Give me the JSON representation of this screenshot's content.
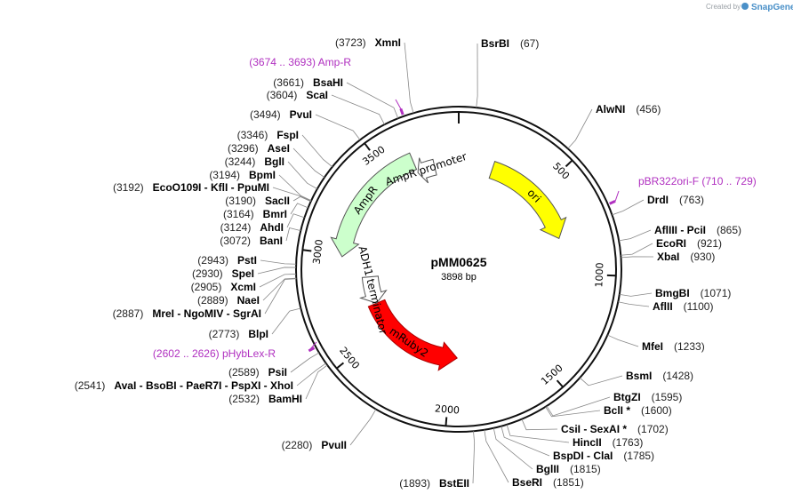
{
  "plasmid": {
    "name": "pMM0625",
    "length_label": "3898 bp",
    "length": 3898
  },
  "credit": {
    "text": "Created by",
    "brand": "SnapGene"
  },
  "colors": {
    "ori": "#ffff00",
    "AmpR": "#ccffcc",
    "AmpR_promoter": "#ffffff",
    "mRuby2": "#ff0000",
    "ADH1_terminator": "#ffffff",
    "primer": "#b030c0"
  },
  "ticks": [
    {
      "bp": 500,
      "label": "500"
    },
    {
      "bp": 1000,
      "label": "1000"
    },
    {
      "bp": 1500,
      "label": "1500"
    },
    {
      "bp": 2000,
      "label": "2000"
    },
    {
      "bp": 2500,
      "label": "2500"
    },
    {
      "bp": 3000,
      "label": "3000"
    },
    {
      "bp": 3500,
      "label": "3500"
    }
  ],
  "features": [
    {
      "name": "ori",
      "label": "ori",
      "start": 200,
      "end": 790,
      "direction": "forward",
      "color": "#ffff00"
    },
    {
      "name": "AmpR",
      "label": "AmpR",
      "start": 2990,
      "end": 3650,
      "direction": "reverse",
      "color": "#ccffcc"
    },
    {
      "name": "AmpR promoter",
      "label": "AmpR promoter",
      "start": 3650,
      "end": 3755,
      "direction": "reverse",
      "color": "#ffffff"
    },
    {
      "name": "mRuby2",
      "label": "mRuby2",
      "start": 1960,
      "end": 2680,
      "direction": "reverse",
      "color": "#ff0000"
    },
    {
      "name": "ADH1 terminator",
      "label": "ADH1 terminator",
      "start": 2680,
      "end": 2870,
      "direction": "reverse",
      "color": "#ffffff"
    }
  ],
  "primers": [
    {
      "name": "Amp-R",
      "range": "(3674 .. 3693)",
      "bp": 3683
    },
    {
      "name": "pBR322ori-F",
      "range": "(710 .. 729)",
      "bp": 720
    },
    {
      "name": "pHybLex-R",
      "range": "(2602 .. 2626)",
      "bp": 2614
    }
  ],
  "sites_right": [
    {
      "text": "BsrBI",
      "pos": "(67)",
      "bp": 67
    },
    {
      "text": "AlwNI",
      "pos": "(456)",
      "bp": 456
    },
    {
      "text": "DrdI",
      "pos": "(763)",
      "bp": 763
    },
    {
      "text": "AflIII  -  PciI",
      "pos": "(865)",
      "bp": 865
    },
    {
      "text": "EcoRI",
      "pos": "(921)",
      "bp": 921
    },
    {
      "text": "XbaI",
      "pos": "(930)",
      "bp": 930
    },
    {
      "text": "BmgBI",
      "pos": "(1071)",
      "bp": 1071
    },
    {
      "text": "AflII",
      "pos": "(1100)",
      "bp": 1100
    },
    {
      "text": "MfeI",
      "pos": "(1233)",
      "bp": 1233
    },
    {
      "text": "BsmI",
      "pos": "(1428)",
      "bp": 1428
    },
    {
      "text": "BtgZI",
      "pos": "(1595)",
      "bp": 1595
    },
    {
      "text": "BclI *",
      "pos": "(1600)",
      "bp": 1600
    },
    {
      "text": "CsiI  -  SexAI *",
      "pos": "(1702)",
      "bp": 1702
    },
    {
      "text": "HincII",
      "pos": "(1763)",
      "bp": 1763
    },
    {
      "text": "BspDI  -  ClaI",
      "pos": "(1785)",
      "bp": 1785
    },
    {
      "text": "BglII",
      "pos": "(1815)",
      "bp": 1815
    },
    {
      "text": "BseRI",
      "pos": "(1851)",
      "bp": 1851
    }
  ],
  "sites_left": [
    {
      "text": "XmnI",
      "pos": "(3723)",
      "bp": 3723
    },
    {
      "text": "BsaHI",
      "pos": "(3661)",
      "bp": 3661
    },
    {
      "text": "ScaI",
      "pos": "(3604)",
      "bp": 3604
    },
    {
      "text": "PvuI",
      "pos": "(3494)",
      "bp": 3494
    },
    {
      "text": "FspI",
      "pos": "(3346)",
      "bp": 3346
    },
    {
      "text": "AseI",
      "pos": "(3296)",
      "bp": 3296
    },
    {
      "text": "BglI",
      "pos": "(3244)",
      "bp": 3244
    },
    {
      "text": "BpmI",
      "pos": "(3194)",
      "bp": 3194
    },
    {
      "text": "EcoO109I  -  KflI  -  PpuMI",
      "pos": "(3192)",
      "bp": 3192
    },
    {
      "text": "SacII",
      "pos": "(3190)",
      "bp": 3190
    },
    {
      "text": "BmrI",
      "pos": "(3164)",
      "bp": 3164
    },
    {
      "text": "AhdI",
      "pos": "(3124)",
      "bp": 3124
    },
    {
      "text": "BanI",
      "pos": "(3072)",
      "bp": 3072
    },
    {
      "text": "PstI",
      "pos": "(2943)",
      "bp": 2943
    },
    {
      "text": "SpeI",
      "pos": "(2930)",
      "bp": 2930
    },
    {
      "text": "XcmI",
      "pos": "(2905)",
      "bp": 2905
    },
    {
      "text": "NaeI",
      "pos": "(2889)",
      "bp": 2889
    },
    {
      "text": "MreI  -  NgoMIV  -  SgrAI",
      "pos": "(2887)",
      "bp": 2887
    },
    {
      "text": "BlpI",
      "pos": "(2773)",
      "bp": 2773
    },
    {
      "text": "PsiI",
      "pos": "(2589)",
      "bp": 2589
    },
    {
      "text": "AvaI  -  BsoBI  -  PaeR7I  -  PspXI  -  XhoI",
      "pos": "(2541)",
      "bp": 2541
    },
    {
      "text": "BamHI",
      "pos": "(2532)",
      "bp": 2532
    },
    {
      "text": "PvuII",
      "pos": "(2280)",
      "bp": 2280
    },
    {
      "text": "BstEII",
      "pos": "(1893)",
      "bp": 1893
    }
  ]
}
